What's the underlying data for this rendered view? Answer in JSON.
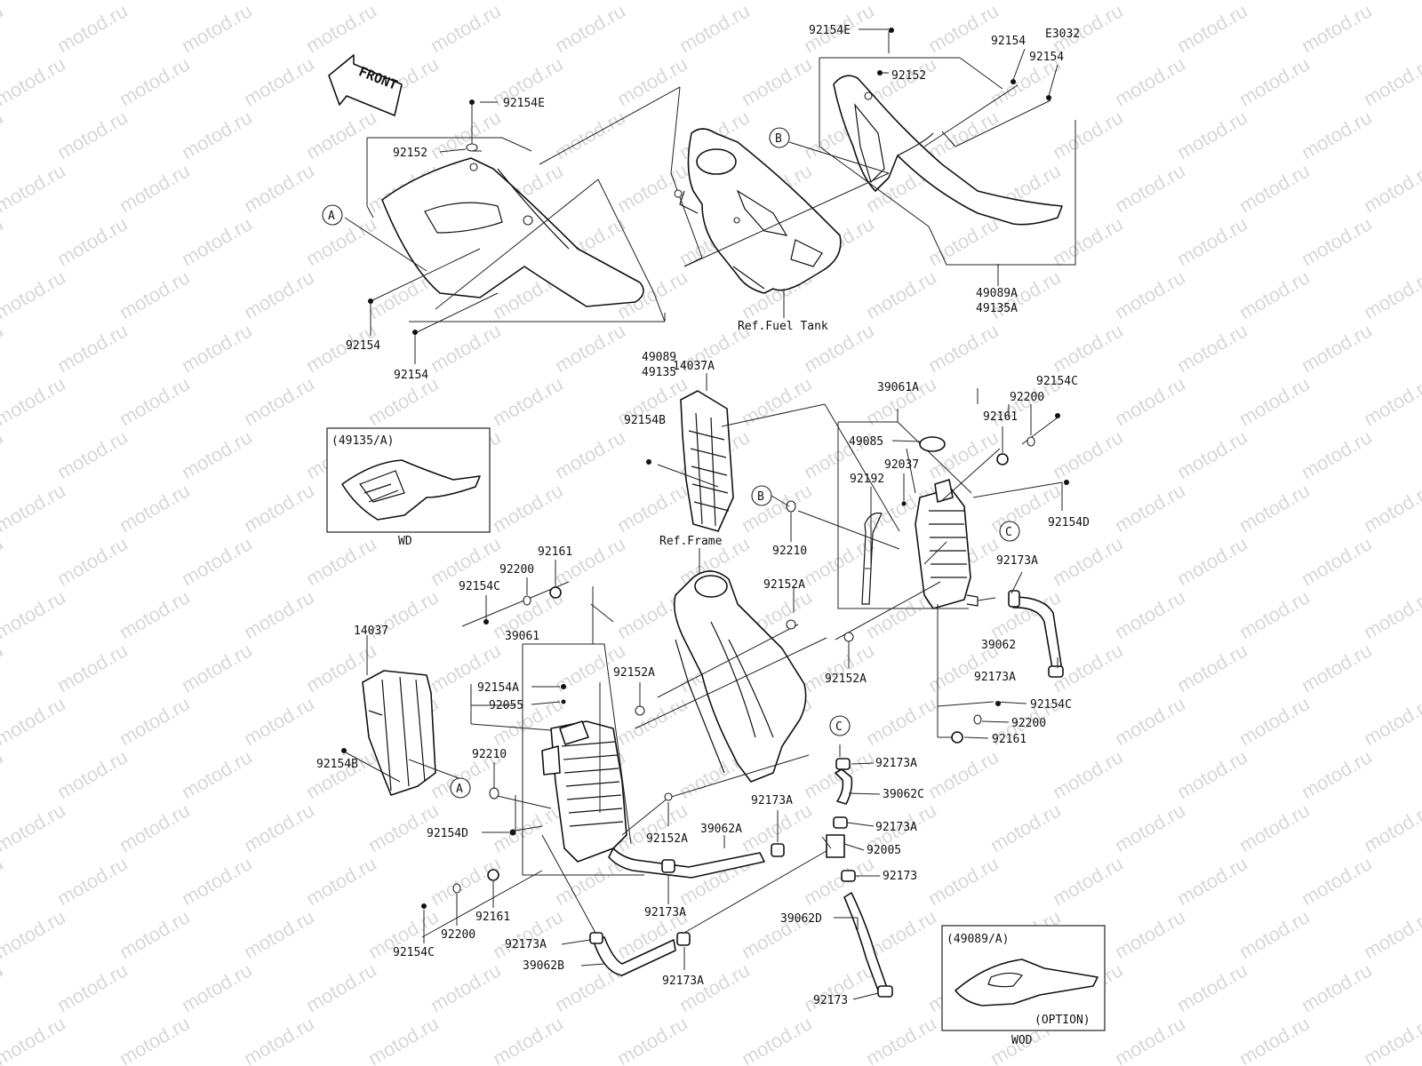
{
  "code": "E3032",
  "front_label": "FRONT",
  "callouts": {
    "a": "A",
    "b": "B",
    "c": "C"
  },
  "parts": {
    "p_92154E_top": "92154E",
    "p_92154_tr1": "92154",
    "p_92154_tr2": "92154",
    "p_92152_tr": "92152",
    "p_92154E_left": "92154E",
    "p_92152_left": "92152",
    "p_92154_l1": "92154",
    "p_92154_l2": "92154",
    "p_49089": "49089",
    "p_49135": "49135",
    "p_49089A": "49089A",
    "p_49135A": "49135A",
    "ref_fuel_tank": "Ref.Fuel Tank",
    "p_14037A": "14037A",
    "p_92154B_top": "92154B",
    "p_39061A": "39061A",
    "p_92154C_tr": "92154C",
    "p_92200_tr": "92200",
    "p_92161_tr": "92161",
    "p_49085": "49085",
    "p_92037": "92037",
    "p_92192": "92192",
    "p_92154D_r": "92154D",
    "p_92210_mid": "92210",
    "ref_frame": "Ref.Frame",
    "p_92173A_r1": "92173A",
    "p_92152A_m1": "92152A",
    "p_39062": "39062",
    "p_92173A_r2": "92173A",
    "p_92152A_m2": "92152A",
    "p_92154C_r2": "92154C",
    "p_92200_r2": "92200",
    "p_92161_r2": "92161",
    "p_92161_l": "92161",
    "p_92200_l": "92200",
    "p_92154C_l": "92154C",
    "p_14037": "14037",
    "p_39061": "39061",
    "p_92154A": "92154A",
    "p_92055": "92055",
    "p_92152A_m3": "92152A",
    "p_92154B_l": "92154B",
    "p_92210_l": "92210",
    "p_92154D_l": "92154D",
    "p_92152A_m4": "92152A",
    "p_39062A": "39062A",
    "p_92173A_m1": "92173A",
    "p_92173A_c1": "92173A",
    "p_39062C": "39062C",
    "p_92173A_c2": "92173A",
    "p_92005": "92005",
    "p_92173_c": "92173",
    "p_92161_bl": "92161",
    "p_92200_bl": "92200",
    "p_92154C_bl": "92154C",
    "p_92173A_b1": "92173A",
    "p_39062B": "39062B",
    "p_92173A_b2": "92173A",
    "p_92173A_m2": "92173A",
    "p_39062D": "39062D",
    "p_92173_b": "92173"
  },
  "inset_wd": {
    "label": "(49135/A)",
    "caption": "WD"
  },
  "inset_wod": {
    "label": "(49089/A)",
    "option": "(OPTION)",
    "caption": "WOD"
  },
  "watermark": "motod.ru"
}
